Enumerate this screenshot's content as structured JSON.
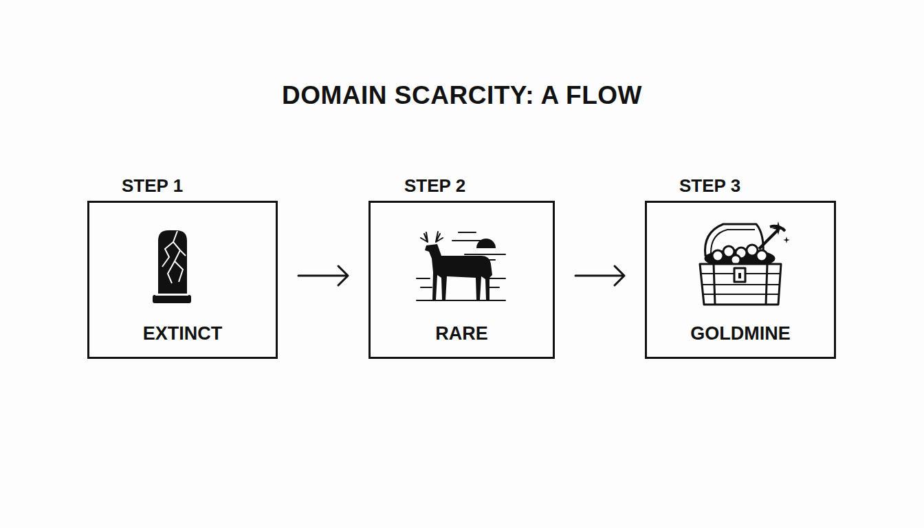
{
  "diagram": {
    "title": "DOMAIN SCARCITY: A FLOW",
    "nodes": [
      {
        "text": [
          "STEP 1",
          "EXTINCT"
        ]
      },
      {
        "text": [
          "STEP 2",
          "RARE"
        ]
      },
      {
        "text": [
          "STEP 3",
          "GOLDMINE"
        ]
      }
    ],
    "edges": [
      {
        "from": 0,
        "to": 1,
        "arrow": "to"
      },
      {
        "from": 1,
        "to": 2,
        "arrow": "to"
      }
    ]
  }
}
